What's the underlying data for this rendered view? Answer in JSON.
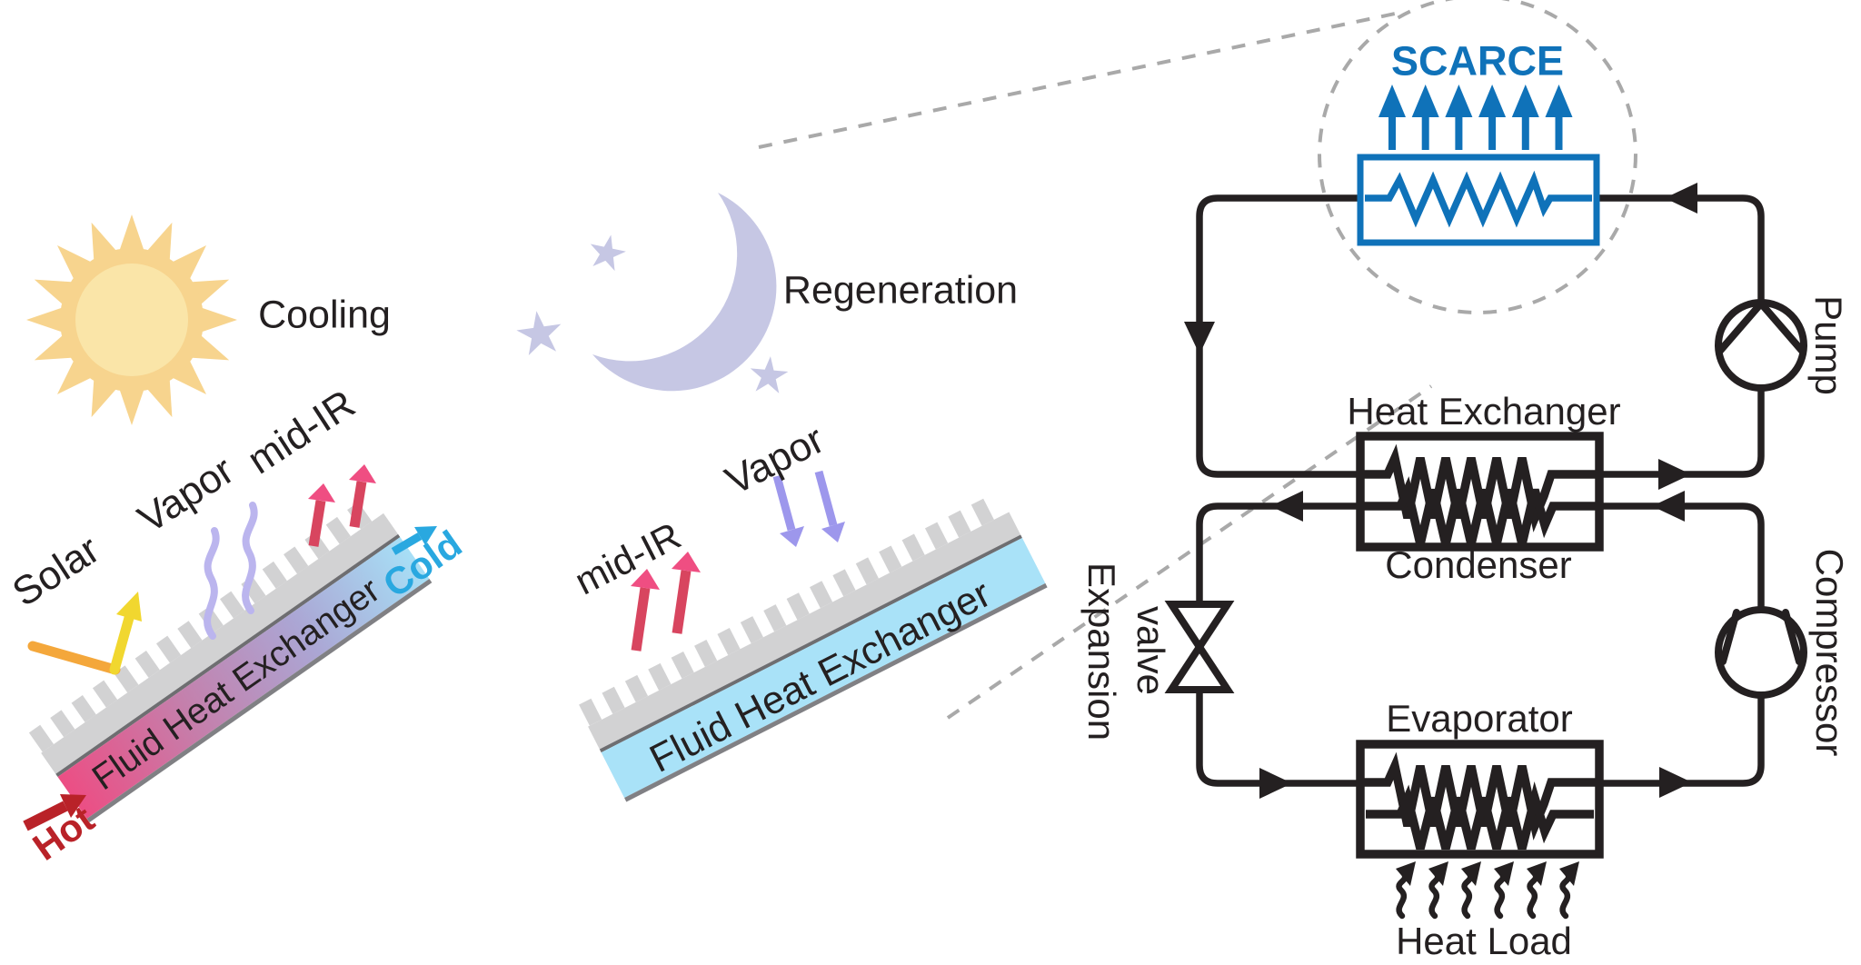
{
  "figure": {
    "description": "Radiative cooling / regeneration concept with SCARCE radiator refrigeration schematic"
  },
  "scenes": {
    "cooling": {
      "title": "Cooling",
      "solar_label": "Solar",
      "vapor_label": "Vapor",
      "mid_ir_label": "mid-IR",
      "exchanger_label": "Fluid Heat Exchanger",
      "hot_label": "Hot",
      "cold_label": "Cold"
    },
    "regeneration": {
      "title": "Regeneration",
      "mid_ir_label": "mid-IR",
      "vapor_label": "Vapor",
      "exchanger_label": "Fluid Heat Exchanger"
    }
  },
  "schematic": {
    "radiator_label": "SCARCE",
    "heat_exchanger_label": "Heat Exchanger",
    "condenser_label": "Condenser",
    "evaporator_label": "Evaporator",
    "heat_load_label": "Heat Load",
    "pump_label": "Pump",
    "compressor_label": "Compressor",
    "expansion_valve_label": {
      "line1": "Expansion",
      "line2": "valve"
    }
  },
  "colors": {
    "accent_blue": "#0F72B9",
    "pipe_black": "#242021",
    "hot_pink": "#EC4E84",
    "cold_cyan": "#29A8E0",
    "hot_red": "#B92228",
    "fin_gray": "#D2D2D3",
    "fluid_cyan": "#A9E2F8",
    "sun_yellow": "#F7D48E",
    "sun_core": "#FAE5A8",
    "moon_lavender": "#C6C7E4",
    "vapor_lavender": "#9D97EC",
    "mid_ir_pink": "#E0476E",
    "solar_orange": "#F4A73B",
    "solar_yellow": "#F1D72F",
    "callout_gray": "#A9A9A9"
  }
}
